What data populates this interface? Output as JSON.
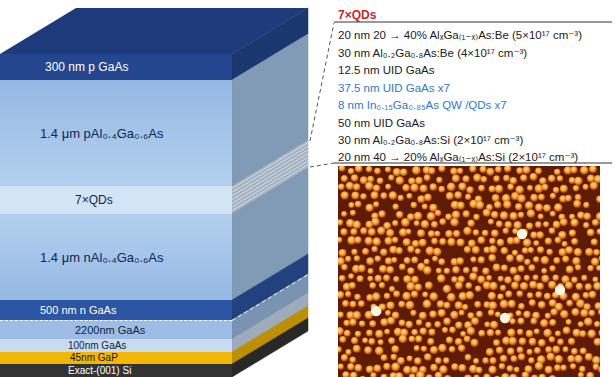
{
  "diagram": {
    "nodes": [
      {
        "text": [
          "300 nm p GaAs"
        ]
      },
      {
        "text": [
          "1.4 μm pAl₀.₄Ga₀.₆As"
        ]
      },
      {
        "text": [
          "7×QDs"
        ]
      },
      {
        "text": [
          "1.4 μm nAl₀.₄Ga₀.₆As"
        ]
      },
      {
        "text": [
          "500 nm n GaAs"
        ]
      },
      {
        "text": [
          "2200nm GaAs"
        ]
      },
      {
        "text": [
          "100nm GaAs"
        ]
      },
      {
        "text": [
          "45nm GaP"
        ]
      },
      {
        "text": [
          "Exact-(001) Si"
        ]
      }
    ],
    "labels": [
      "7×QDs",
      "20 nm 20 → 40% AlₓGa₍₁₋ₓ₎As:Be (5×10¹⁷ cm⁻³)",
      "30 nm Al₀.₂Ga₀.₈As:Be (4×10¹⁷ cm⁻³)",
      "12.5 nm UID GaAs",
      "37.5 nm UID GaAs x7",
      "8 nm In₀.₁₅Ga₀.₈₅As QW /QDs x7",
      "50 nm UID GaAs",
      "30 nm Al₀.₂Ga₀.₈As:Si (2×10¹⁷ cm⁻³)",
      "20 nm 40 → 20% AlₓGa₍₁₋ₓ₎As:Si (2×10¹⁷ cm⁻³)"
    ]
  }
}
